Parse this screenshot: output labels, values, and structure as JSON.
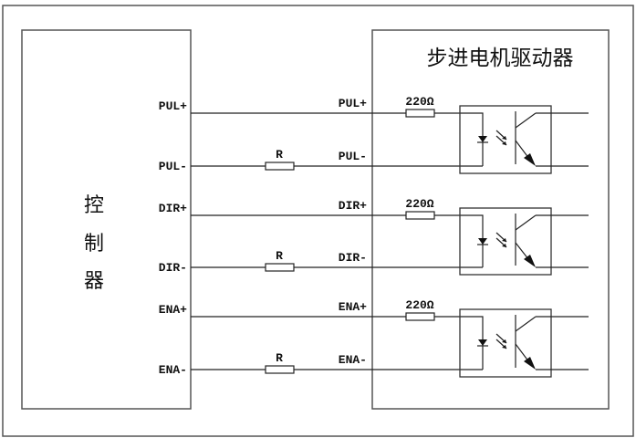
{
  "controller": {
    "title_chars": [
      "控",
      "制",
      "器"
    ],
    "pins": [
      "PUL+",
      "PUL-",
      "DIR+",
      "DIR-",
      "ENA+",
      "ENA-"
    ]
  },
  "driver": {
    "title": "步进电机驱动器",
    "pins": [
      "PUL+",
      "PUL-",
      "DIR+",
      "DIR-",
      "ENA+",
      "ENA-"
    ]
  },
  "channels": [
    {
      "name": "PUL",
      "plus": "PUL+",
      "minus": "PUL-",
      "external_resistor": "R",
      "internal_resistor": "220Ω"
    },
    {
      "name": "DIR",
      "plus": "DIR+",
      "minus": "DIR-",
      "external_resistor": "R",
      "internal_resistor": "220Ω"
    },
    {
      "name": "ENA",
      "plus": "ENA+",
      "minus": "ENA-",
      "external_resistor": "R",
      "internal_resistor": "220Ω"
    }
  ]
}
